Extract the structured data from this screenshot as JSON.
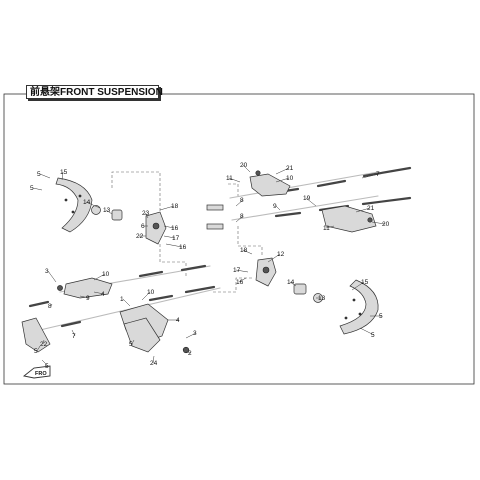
{
  "title": "前悬架FRONT SUSPENSION",
  "callouts": [
    {
      "id": "c-5a",
      "label": "5"
    },
    {
      "id": "c-15a",
      "label": "15"
    },
    {
      "id": "c-5b",
      "label": "5"
    },
    {
      "id": "c-14a",
      "label": "14"
    },
    {
      "id": "c-13a",
      "label": "13"
    },
    {
      "id": "c-23",
      "label": "23"
    },
    {
      "id": "c-18a",
      "label": "18"
    },
    {
      "id": "c-6a",
      "label": "6"
    },
    {
      "id": "c-16a",
      "label": "16"
    },
    {
      "id": "c-22a",
      "label": "22"
    },
    {
      "id": "c-17a",
      "label": "17"
    },
    {
      "id": "c-16b",
      "label": "16"
    },
    {
      "id": "c-20a",
      "label": "20"
    },
    {
      "id": "c-11a",
      "label": "11"
    },
    {
      "id": "c-21a",
      "label": "21"
    },
    {
      "id": "c-10a",
      "label": "10"
    },
    {
      "id": "c-7a",
      "label": "7"
    },
    {
      "id": "c-8a",
      "label": "8"
    },
    {
      "id": "c-19",
      "label": "19"
    },
    {
      "id": "c-8b",
      "label": "8"
    },
    {
      "id": "c-21b",
      "label": "21"
    },
    {
      "id": "c-9a",
      "label": "9"
    },
    {
      "id": "c-11b",
      "label": "11"
    },
    {
      "id": "c-20b",
      "label": "20"
    },
    {
      "id": "c-18b",
      "label": "18"
    },
    {
      "id": "c-12",
      "label": "12"
    },
    {
      "id": "c-17b",
      "label": "17"
    },
    {
      "id": "c-16c",
      "label": "16"
    },
    {
      "id": "c-14b",
      "label": "14"
    },
    {
      "id": "c-13b",
      "label": "13"
    },
    {
      "id": "c-15b",
      "label": "15"
    },
    {
      "id": "c-5c",
      "label": "5"
    },
    {
      "id": "c-5d",
      "label": "5"
    },
    {
      "id": "c-3a",
      "label": "3"
    },
    {
      "id": "c-10b",
      "label": "10"
    },
    {
      "id": "c-4a",
      "label": "4"
    },
    {
      "id": "c-9b",
      "label": "9"
    },
    {
      "id": "c-8c",
      "label": "8"
    },
    {
      "id": "c-7b",
      "label": "7"
    },
    {
      "id": "c-1",
      "label": "1"
    },
    {
      "id": "c-10c",
      "label": "10"
    },
    {
      "id": "c-4b",
      "label": "4"
    },
    {
      "id": "c-3b",
      "label": "3"
    },
    {
      "id": "c-5e",
      "label": "5"
    },
    {
      "id": "c-22b",
      "label": "22"
    },
    {
      "id": "c-5f",
      "label": "5"
    },
    {
      "id": "c-5g",
      "label": "5"
    },
    {
      "id": "c-24",
      "label": "24"
    },
    {
      "id": "c-2",
      "label": "2"
    }
  ],
  "direction_badge": "FRO"
}
